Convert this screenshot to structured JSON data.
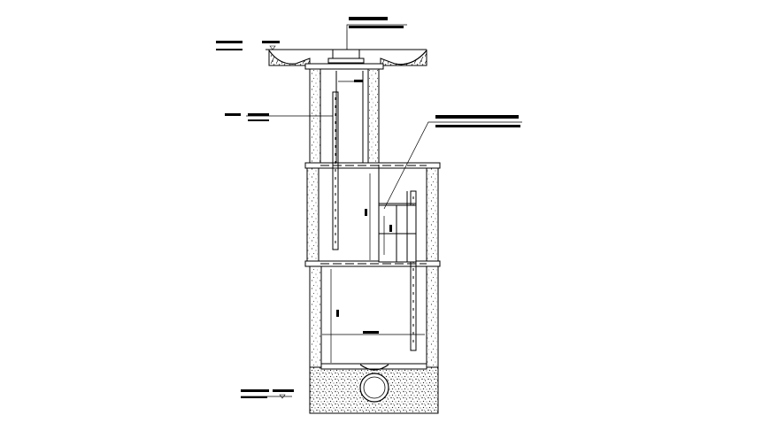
{
  "drawing": {
    "subject": "manhole section",
    "labels_legible": false,
    "colors": {
      "line": "#000000",
      "background": "#ffffff",
      "stipple": "#333333"
    },
    "shaft_sections": 3,
    "ladder_runs": 3,
    "pipe_shape": "circular",
    "callouts": [
      {
        "id": "cover",
        "legible": false
      },
      {
        "id": "ground-level",
        "legible": false
      },
      {
        "id": "step-irons",
        "legible": false
      },
      {
        "id": "landing",
        "legible": false
      },
      {
        "id": "invert-level",
        "legible": false
      }
    ]
  }
}
